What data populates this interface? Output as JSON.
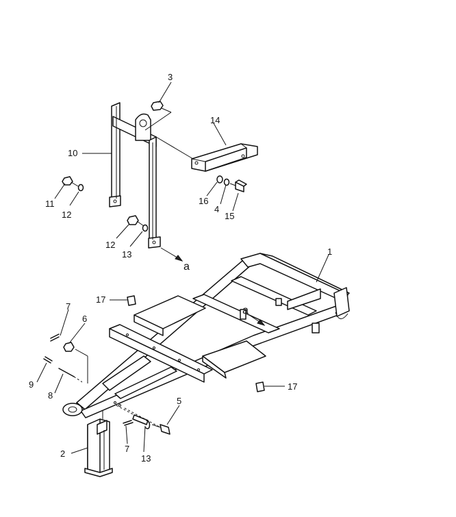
{
  "callouts": [
    {
      "id": "c1",
      "label": "1"
    },
    {
      "id": "c2",
      "label": "2"
    },
    {
      "id": "c3",
      "label": "3"
    },
    {
      "id": "c4",
      "label": "4"
    },
    {
      "id": "c5",
      "label": "5"
    },
    {
      "id": "c6",
      "label": "6"
    },
    {
      "id": "c7a",
      "label": "7"
    },
    {
      "id": "c7b",
      "label": "7"
    },
    {
      "id": "c8",
      "label": "8"
    },
    {
      "id": "c9",
      "label": "9"
    },
    {
      "id": "c10",
      "label": "10"
    },
    {
      "id": "c11",
      "label": "11"
    },
    {
      "id": "c12a",
      "label": "12"
    },
    {
      "id": "c12b",
      "label": "12"
    },
    {
      "id": "c13a",
      "label": "13"
    },
    {
      "id": "c13b",
      "label": "13"
    },
    {
      "id": "c14",
      "label": "14"
    },
    {
      "id": "c15",
      "label": "15"
    },
    {
      "id": "c16",
      "label": "16"
    },
    {
      "id": "c17a",
      "label": "17"
    },
    {
      "id": "c17b",
      "label": "17"
    }
  ],
  "reference_marks": [
    {
      "id": "ra",
      "label": "a"
    },
    {
      "id": "rb",
      "label": "a"
    }
  ]
}
